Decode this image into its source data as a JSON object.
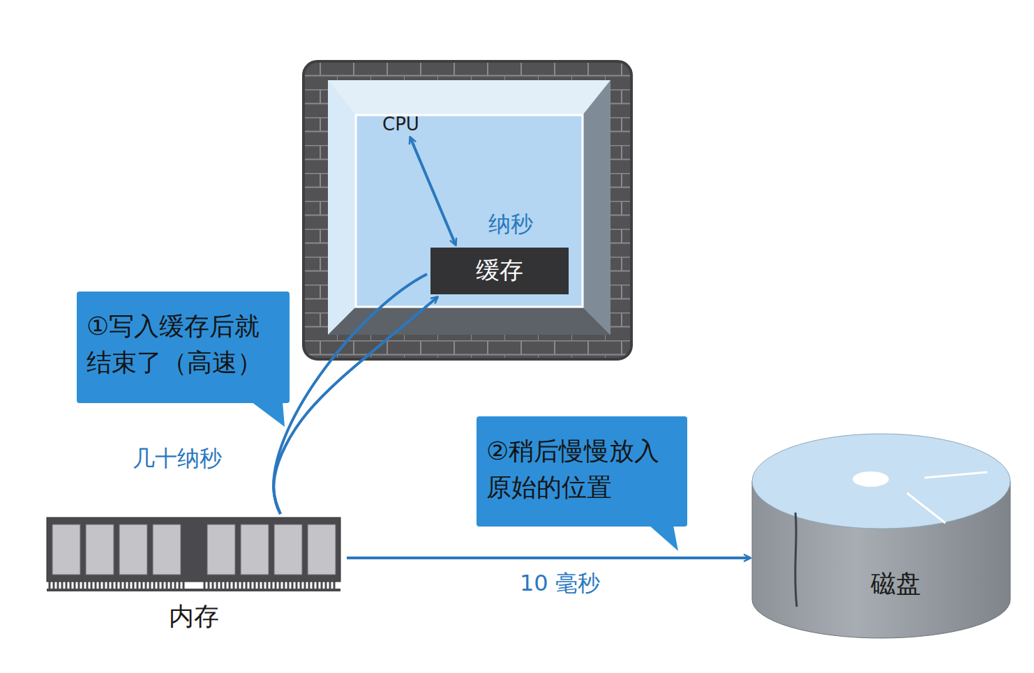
{
  "diagram": {
    "nodes": [
      {
        "text": [
          "CPU"
        ]
      },
      {
        "text": [
          "缓存"
        ]
      },
      {
        "text": [
          "①写入缓存后就结束了（高速）"
        ]
      },
      {
        "text": [
          "②稍后慢慢放入原始的位置"
        ]
      },
      {
        "text": [
          "内存"
        ]
      },
      {
        "text": [
          "磁盘"
        ]
      }
    ],
    "edges": [
      {
        "from": 0,
        "to": 1,
        "arrow": "both",
        "label": "纳秒"
      },
      {
        "from": 4,
        "to": 1,
        "arrow": "to",
        "label": "几十纳秒"
      },
      {
        "from": 4,
        "to": 5,
        "arrow": "to",
        "label": "10 毫秒"
      }
    ]
  }
}
